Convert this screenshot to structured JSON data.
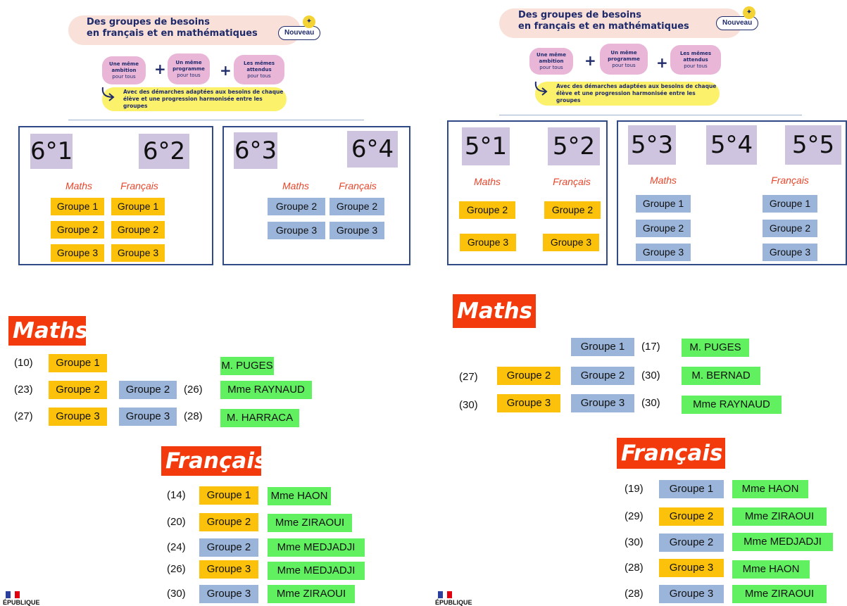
{
  "header": {
    "title_line1": "Des groupes de besoins",
    "title_line2": "en français et en mathématiques",
    "badge": "Nouveau",
    "sparkle": "✦",
    "bubbles": [
      {
        "bold": "Une même ambition",
        "sub": "pour tous"
      },
      {
        "bold": "Un même programme",
        "sub": "pour tous"
      },
      {
        "bold": "Les mêmes attendus",
        "sub": "pour tous"
      }
    ],
    "plus": "+",
    "note_line1": "Avec des démarches adaptées aux besoins de chaque",
    "note_line2": "élève et une progression harmonisée entre les groupes"
  },
  "colors": {
    "yellow": "#fcc10b",
    "blue": "#9ab4da",
    "green": "#60f060",
    "red": "#f23a0d",
    "class_bg": "#cfc4df"
  },
  "left": {
    "boxA": {
      "classes": [
        "6°1",
        "6°2"
      ],
      "subjects": [
        "Maths",
        "Français"
      ],
      "rows": [
        [
          "Groupe 1",
          "Groupe 1"
        ],
        [
          "Groupe 2",
          "Groupe 2"
        ],
        [
          "Groupe 3",
          "Groupe 3"
        ]
      ]
    },
    "boxB": {
      "classes": [
        "6°3",
        "6°4"
      ],
      "subjects": [
        "Maths",
        "Français"
      ],
      "rows": [
        [
          "Groupe 2",
          "Groupe 2"
        ],
        [
          "Groupe 3",
          "Groupe 3"
        ]
      ]
    },
    "maths": {
      "title": "Maths",
      "rows": [
        {
          "n1": "(10)",
          "g1": "Groupe 1",
          "g2": "",
          "n2": "",
          "teacher": "M. PUGES"
        },
        {
          "n1": "(23)",
          "g1": "Groupe 2",
          "g2": "Groupe 2",
          "n2": "(26)",
          "teacher": "Mme RAYNAUD"
        },
        {
          "n1": "(27)",
          "g1": "Groupe 3",
          "g2": "Groupe 3",
          "n2": "(28)",
          "teacher": "M. HARRACA"
        }
      ]
    },
    "francais": {
      "title": "Français",
      "rows": [
        {
          "n": "(14)",
          "g": "Groupe 1",
          "color": "yellow",
          "teacher": "Mme HAON"
        },
        {
          "n": "(20)",
          "g": "Groupe 2",
          "color": "yellow",
          "teacher": "Mme ZIRAOUI"
        },
        {
          "n": "(24)",
          "g": "Groupe 2",
          "color": "blue",
          "teacher": "Mme MEDJADJI"
        },
        {
          "n": "(26)",
          "g": "Groupe 3",
          "color": "yellow",
          "teacher": "Mme MEDJADJI"
        },
        {
          "n": "(30)",
          "g": "Groupe 3",
          "color": "blue",
          "teacher": "Mme ZIRAOUI"
        }
      ]
    }
  },
  "right": {
    "boxA": {
      "classes": [
        "5°1",
        "5°2"
      ],
      "subjects": [
        "Maths",
        "Français"
      ],
      "rows": [
        [
          "Groupe 2",
          "Groupe 2"
        ],
        [
          "Groupe 3",
          "Groupe 3"
        ]
      ]
    },
    "boxB": {
      "classes": [
        "5°3",
        "5°4",
        "5°5"
      ],
      "subjects": [
        "Maths",
        "Français"
      ],
      "rows": [
        [
          "Groupe 1",
          "Groupe 1"
        ],
        [
          "Groupe 2",
          "Groupe 2"
        ],
        [
          "Groupe 3",
          "Groupe 3"
        ]
      ]
    },
    "maths": {
      "title": "Maths",
      "rows": [
        {
          "n1": "",
          "g1": "",
          "g2": "Groupe 1",
          "n2": "(17)",
          "teacher": "M. PUGES"
        },
        {
          "n1": "(27)",
          "g1": "Groupe 2",
          "g2": "Groupe 2",
          "n2": "(30)",
          "teacher": "M. BERNAD"
        },
        {
          "n1": "(30)",
          "g1": "Groupe 3",
          "g2": "Groupe 3",
          "n2": "(30)",
          "teacher": "Mme RAYNAUD"
        }
      ]
    },
    "francais": {
      "title": "Français",
      "rows": [
        {
          "n": "(19)",
          "g": "Groupe 1",
          "color": "blue",
          "teacher": "Mme HAON"
        },
        {
          "n": "(29)",
          "g": "Groupe 2",
          "color": "yellow",
          "teacher": "Mme ZIRAOUI"
        },
        {
          "n": "(30)",
          "g": "Groupe 2",
          "color": "blue",
          "teacher": "Mme MEDJADJI"
        },
        {
          "n": "(28)",
          "g": "Groupe 3",
          "color": "yellow",
          "teacher": "Mme HAON"
        },
        {
          "n": "(28)",
          "g": "Groupe 3",
          "color": "blue",
          "teacher": "Mme ZIRAOUI"
        }
      ]
    }
  },
  "footer": {
    "republique": "ÉPUBLIQUE"
  }
}
